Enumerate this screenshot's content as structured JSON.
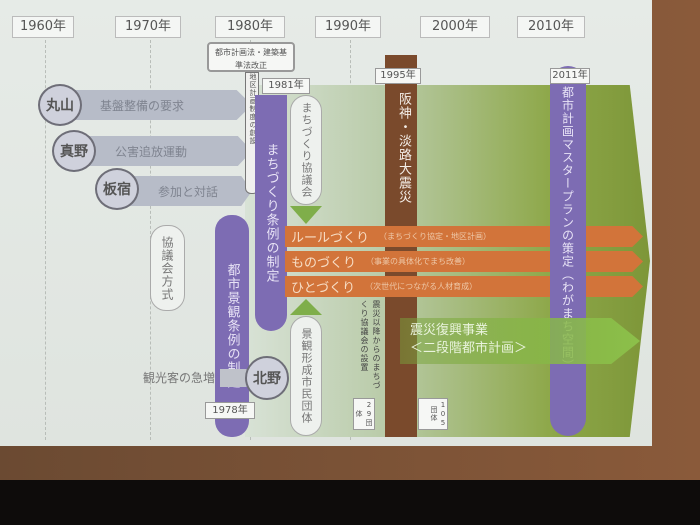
{
  "years": [
    "1960年",
    "1970年",
    "1980年",
    "1990年",
    "2000年",
    "2010年"
  ],
  "callout_law": "都市計画法・建築基準法改正",
  "district_plan": "地区計画制度の創設",
  "label_1981": "1981年",
  "label_1995": "1995年",
  "label_2011": "2011年",
  "label_1978": "1978年",
  "machizukuri_ordinance": "まちづくり条例の制定",
  "landscape_ordinance": "都市景観条例の制定",
  "council_pill": "まちづくり協議会",
  "council_method": "協議会方式",
  "citizen_groups": "景観形成市民団体",
  "earthquake": "阪神・淡路大震災",
  "master_plan": "都市計画マスタープランの策定（わがまち空間）",
  "districts": [
    {
      "name": "丸山",
      "theme": "基盤整備の要求"
    },
    {
      "name": "真野",
      "theme": "公害追放運動"
    },
    {
      "name": "板宿",
      "theme": "参加と対話"
    }
  ],
  "kitano": {
    "name": "北野",
    "theme": "観光客の急増"
  },
  "bands": [
    {
      "title": "ルールづくり",
      "sub": "（まちづくり協定・地区計画）"
    },
    {
      "title": "ものづくり",
      "sub": "（事業の具体化でまち改善）"
    },
    {
      "title": "ひとづくり",
      "sub": "（次世代につながる人材育成）"
    }
  ],
  "post_quake_councils": "震災以降からのまちづくり協議会の設置",
  "count_before": "29団体",
  "count_after": "105団体",
  "reconstruction": {
    "title": "震災復興事業",
    "sub": "＜二段階都市計画＞"
  },
  "colors": {
    "purple": "#7d6cb3",
    "orange": "#d2743a",
    "brown": "#7a4a2c",
    "green": "#8aa83c"
  }
}
